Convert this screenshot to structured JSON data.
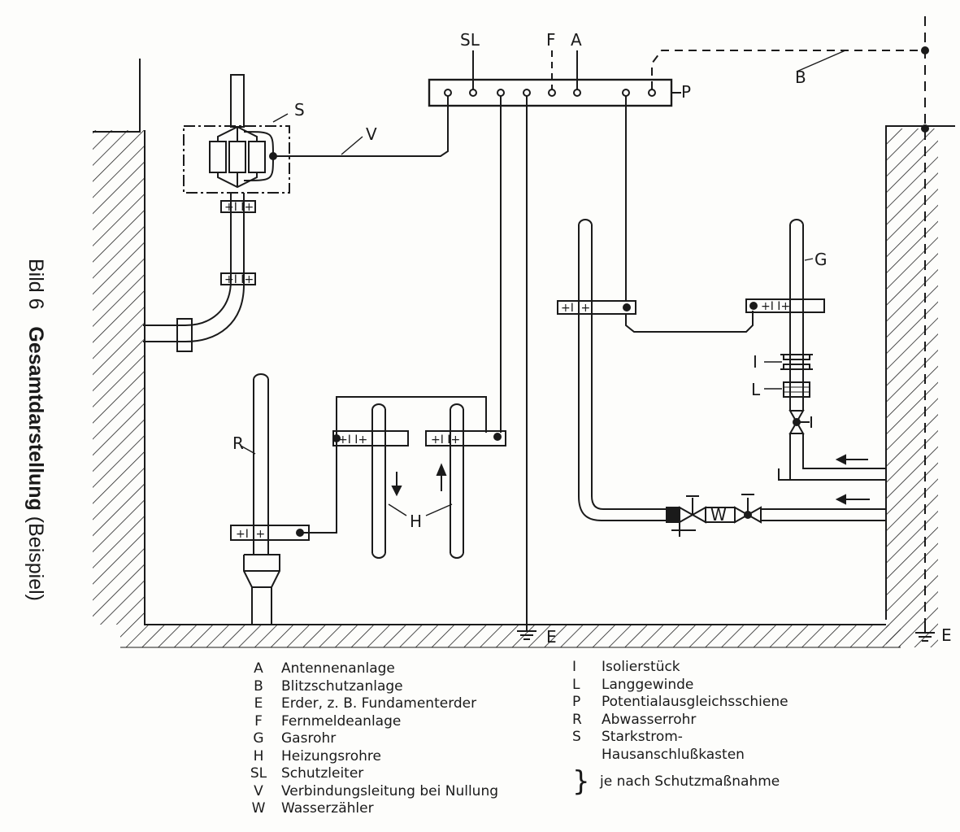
{
  "title": {
    "prefix": "Bild 6",
    "main": "Gesamtdarstellung",
    "suffix": "(Beispiel)"
  },
  "diagram_labels": {
    "SL": "SL",
    "F": "F",
    "A": "A",
    "P": "P",
    "B": "B",
    "S": "S",
    "V": "V",
    "G": "G",
    "R": "R",
    "H": "H",
    "I": "I",
    "L": "L",
    "W": "W",
    "E_left": "E",
    "E_right": "E"
  },
  "clamp_marks": {
    "pair": "+I  I+"
  },
  "legend_left": [
    {
      "key": "A",
      "text": "Antennenanlage"
    },
    {
      "key": "B",
      "text": "Blitzschutzanlage"
    },
    {
      "key": "E",
      "text": "Erder, z. B. Fundamenterder"
    },
    {
      "key": "F",
      "text": "Fernmeldeanlage"
    },
    {
      "key": "G",
      "text": "Gasrohr"
    },
    {
      "key": "H",
      "text": "Heizungsrohre"
    },
    {
      "key": "SL",
      "text": "Schutzleiter"
    },
    {
      "key": "V",
      "text": "Verbindungsleitung bei Nullung"
    },
    {
      "key": "W",
      "text": "Wasserzähler"
    }
  ],
  "legend_right": [
    {
      "key": "I",
      "text": "Isolierstück"
    },
    {
      "key": "L",
      "text": "Langgewinde"
    },
    {
      "key": "P",
      "text": "Potentialausgleichsschiene"
    },
    {
      "key": "R",
      "text": "Abwasserrohr"
    },
    {
      "key": "S",
      "text": "Starkstrom-"
    },
    {
      "key": "",
      "text": "Hausanschlußkasten"
    }
  ],
  "legend_note": {
    "brace": "}",
    "text": "je nach Schutzmaßnahme"
  }
}
